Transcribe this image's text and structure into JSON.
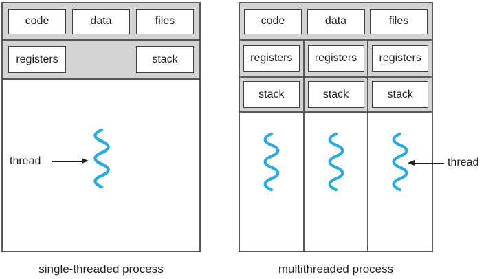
{
  "colors": {
    "band_gray": "#d1d3d4",
    "structure_border": "#58595b",
    "box_border": "#404042",
    "thread_blue": "#29abe2",
    "text": "#231f20"
  },
  "left_process": {
    "caption": "single-threaded process",
    "top_boxes": [
      "code",
      "data",
      "files"
    ],
    "registers_label": "registers",
    "stack_label": "stack",
    "thread_label": "thread"
  },
  "right_process": {
    "caption": "multithreaded process",
    "top_boxes": [
      "code",
      "data",
      "files"
    ],
    "columns": [
      {
        "registers": "registers",
        "stack": "stack"
      },
      {
        "registers": "registers",
        "stack": "stack"
      },
      {
        "registers": "registers",
        "stack": "stack"
      }
    ],
    "thread_label": "thread"
  }
}
